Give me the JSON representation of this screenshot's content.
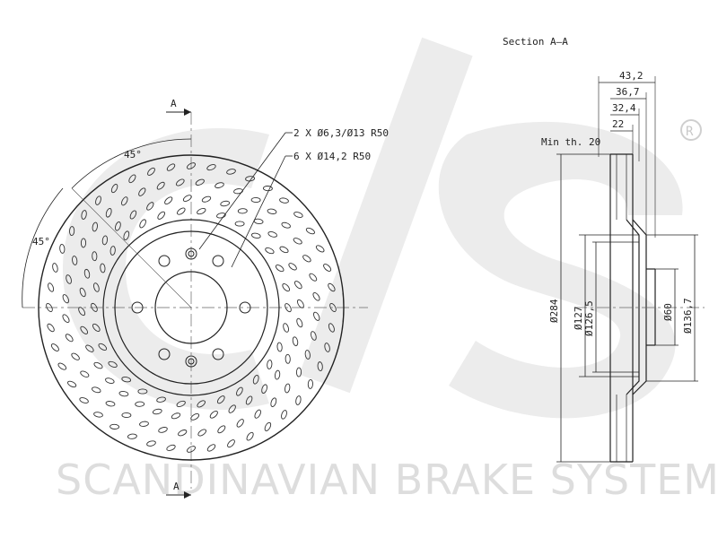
{
  "brand": {
    "watermark_text": "SCANDINAVIAN BRAKE SYSTEMS",
    "logo_text": "sbs",
    "registered_mark": "®"
  },
  "front_view": {
    "section_marker_top": "A",
    "section_marker_bottom": "A",
    "callout_bolt_holes": "2 X Ø6,3/Ø13  R50",
    "callout_wheel_holes": "6 X Ø14,2  R50",
    "angle_top": "45°",
    "angle_left": "45°"
  },
  "section_view": {
    "title": "Section A–A",
    "min_thickness": "Min th. 20",
    "dims_width": [
      "43,2",
      "36,7",
      "32,4",
      "22"
    ],
    "dims_diameter": {
      "outer": "Ø284",
      "hat_outer": "Ø127",
      "hat_inner": "Ø126,5",
      "bore": "Ø60",
      "hat_top": "Ø136,7"
    }
  }
}
